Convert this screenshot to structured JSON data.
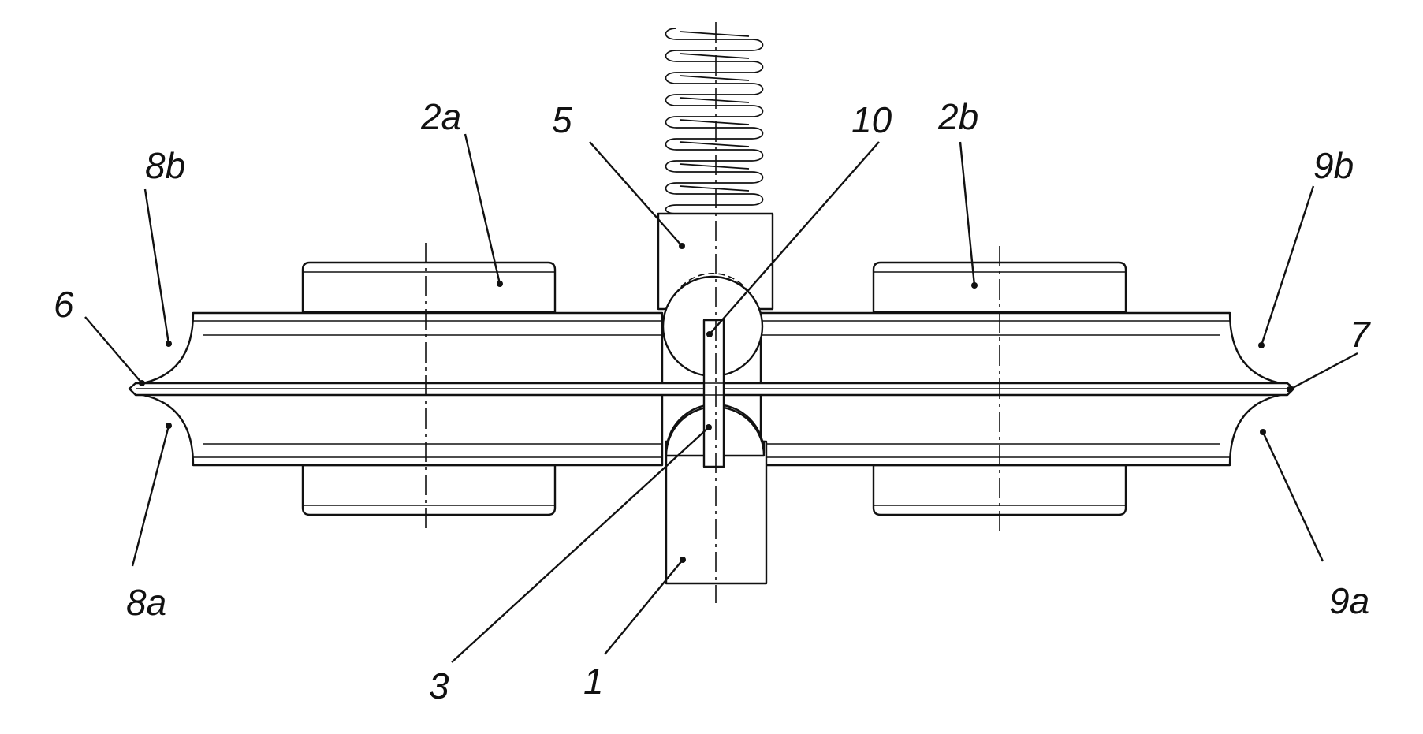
{
  "labels": {
    "l1": "1",
    "l2a": "2a",
    "l2b": "2b",
    "l3": "3",
    "l5": "5",
    "l6": "6",
    "l7": "7",
    "l8a": "8a",
    "l8b": "8b",
    "l9a": "9a",
    "l9b": "9b",
    "l10": "10"
  },
  "colors": {
    "line": "#111111",
    "background": "#ffffff"
  }
}
